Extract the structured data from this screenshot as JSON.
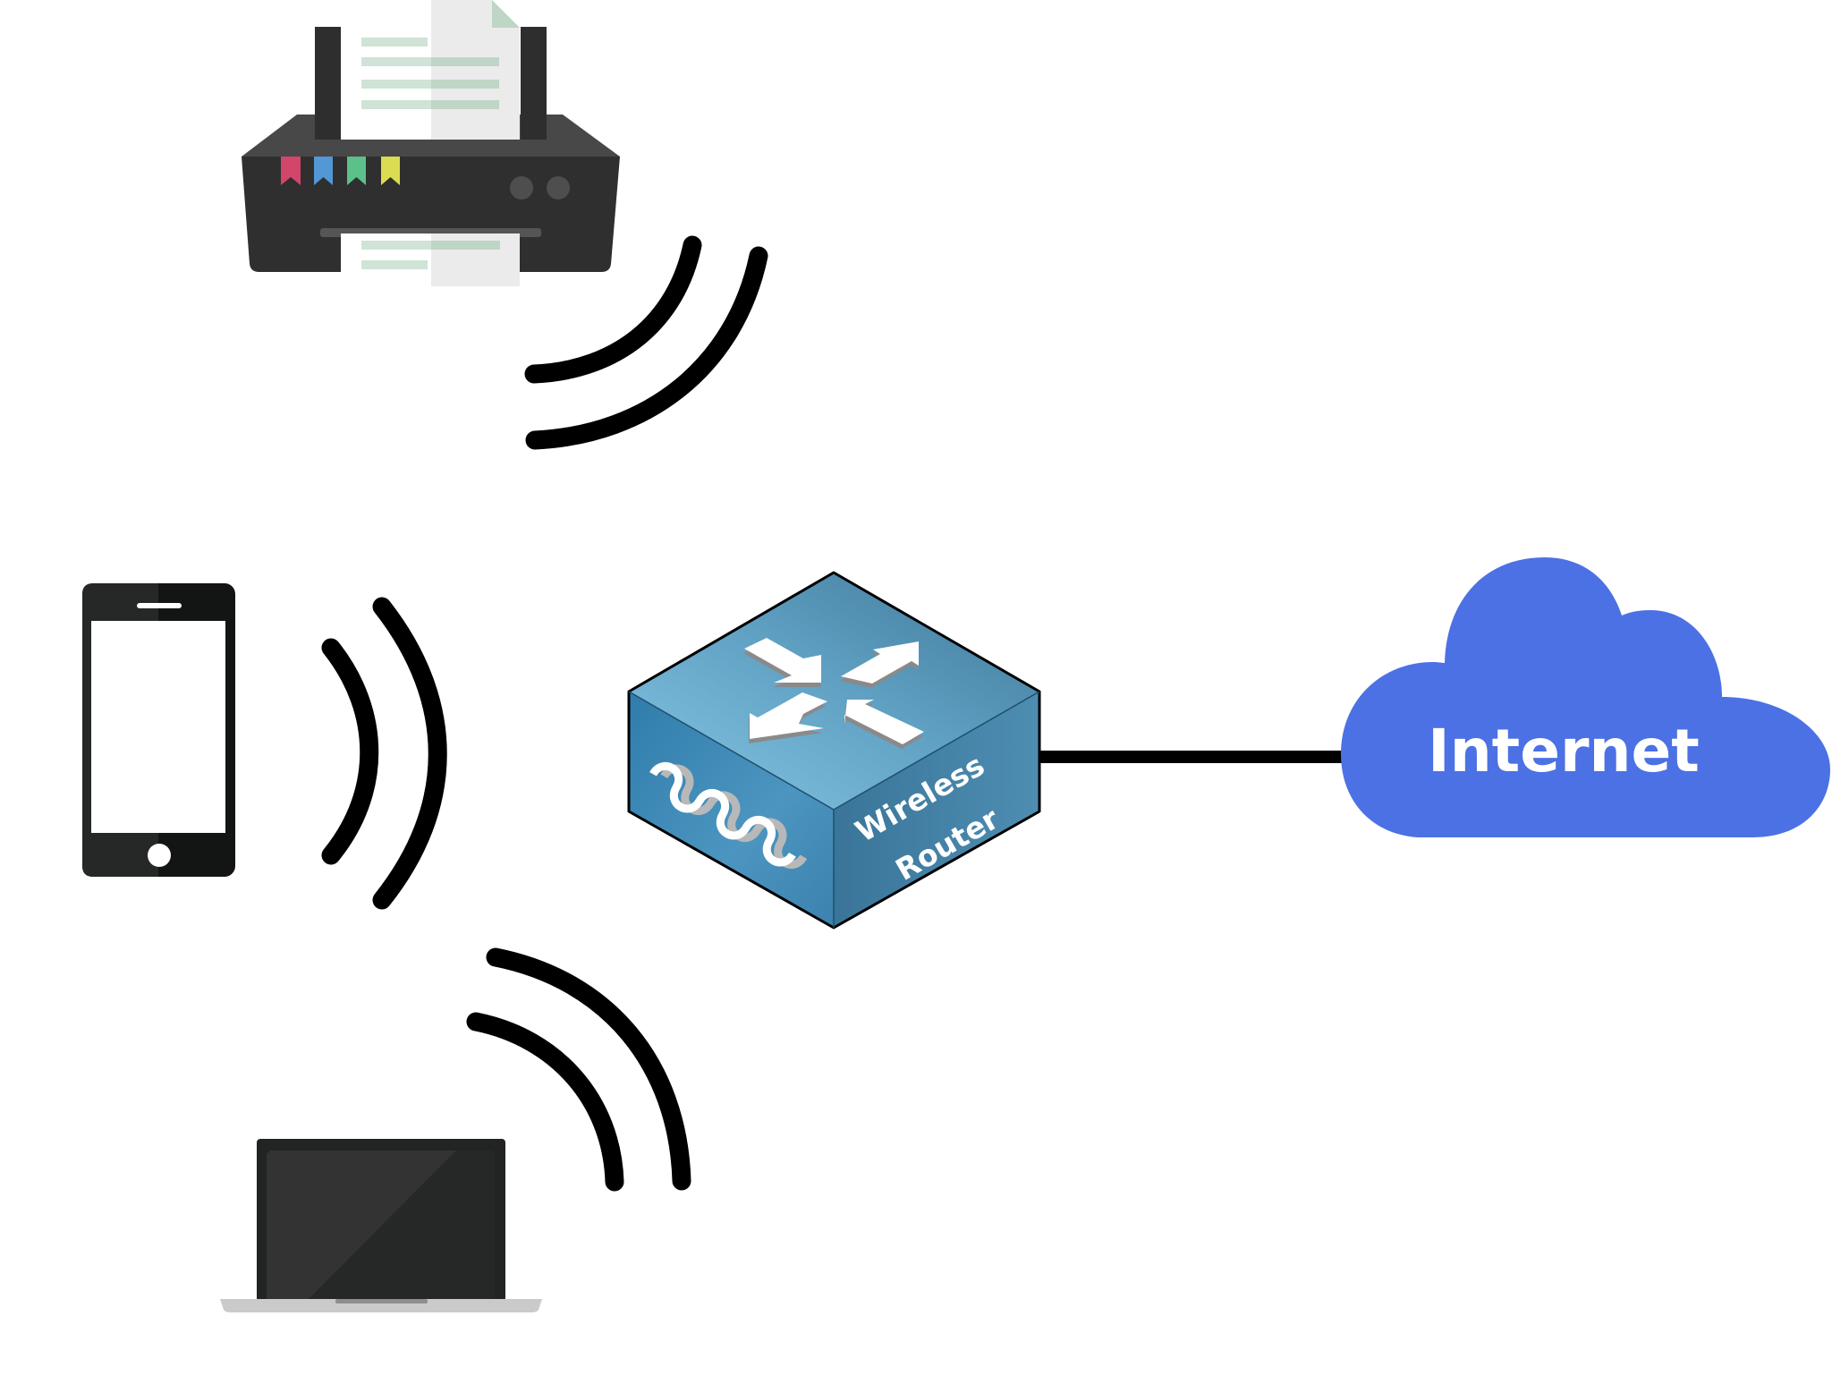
{
  "diagram": {
    "title": "Wireless network with router connected to the Internet",
    "nodes": [
      {
        "id": "printer",
        "type": "printer",
        "icon": "printer-icon",
        "connection": "wireless"
      },
      {
        "id": "smartphone",
        "type": "smartphone",
        "icon": "smartphone-icon",
        "connection": "wireless"
      },
      {
        "id": "laptop",
        "type": "laptop",
        "icon": "laptop-icon",
        "connection": "wireless"
      },
      {
        "id": "router",
        "type": "wireless-router",
        "icon": "router-icon",
        "label_line1": "Wireless",
        "label_line2": "Router"
      },
      {
        "id": "internet",
        "type": "cloud",
        "icon": "cloud-icon",
        "label": "Internet"
      }
    ],
    "links": [
      {
        "from": "router",
        "to": "internet",
        "type": "wired"
      },
      {
        "from": "printer",
        "to": "router",
        "type": "wireless"
      },
      {
        "from": "smartphone",
        "to": "router",
        "type": "wireless"
      },
      {
        "from": "laptop",
        "to": "router",
        "type": "wireless"
      }
    ],
    "colors": {
      "cloud": "#4B71E4",
      "router_top": "#6BAFD4",
      "router_left": "#3A88B4",
      "router_right": "#3F7FA6",
      "device_dark": "#2F2F2F",
      "ink_red": "#D2466A",
      "ink_blue": "#5298D6",
      "ink_green": "#5CC08A",
      "ink_yellow": "#DCDC52",
      "paper_line": "#CFE3D6"
    }
  }
}
